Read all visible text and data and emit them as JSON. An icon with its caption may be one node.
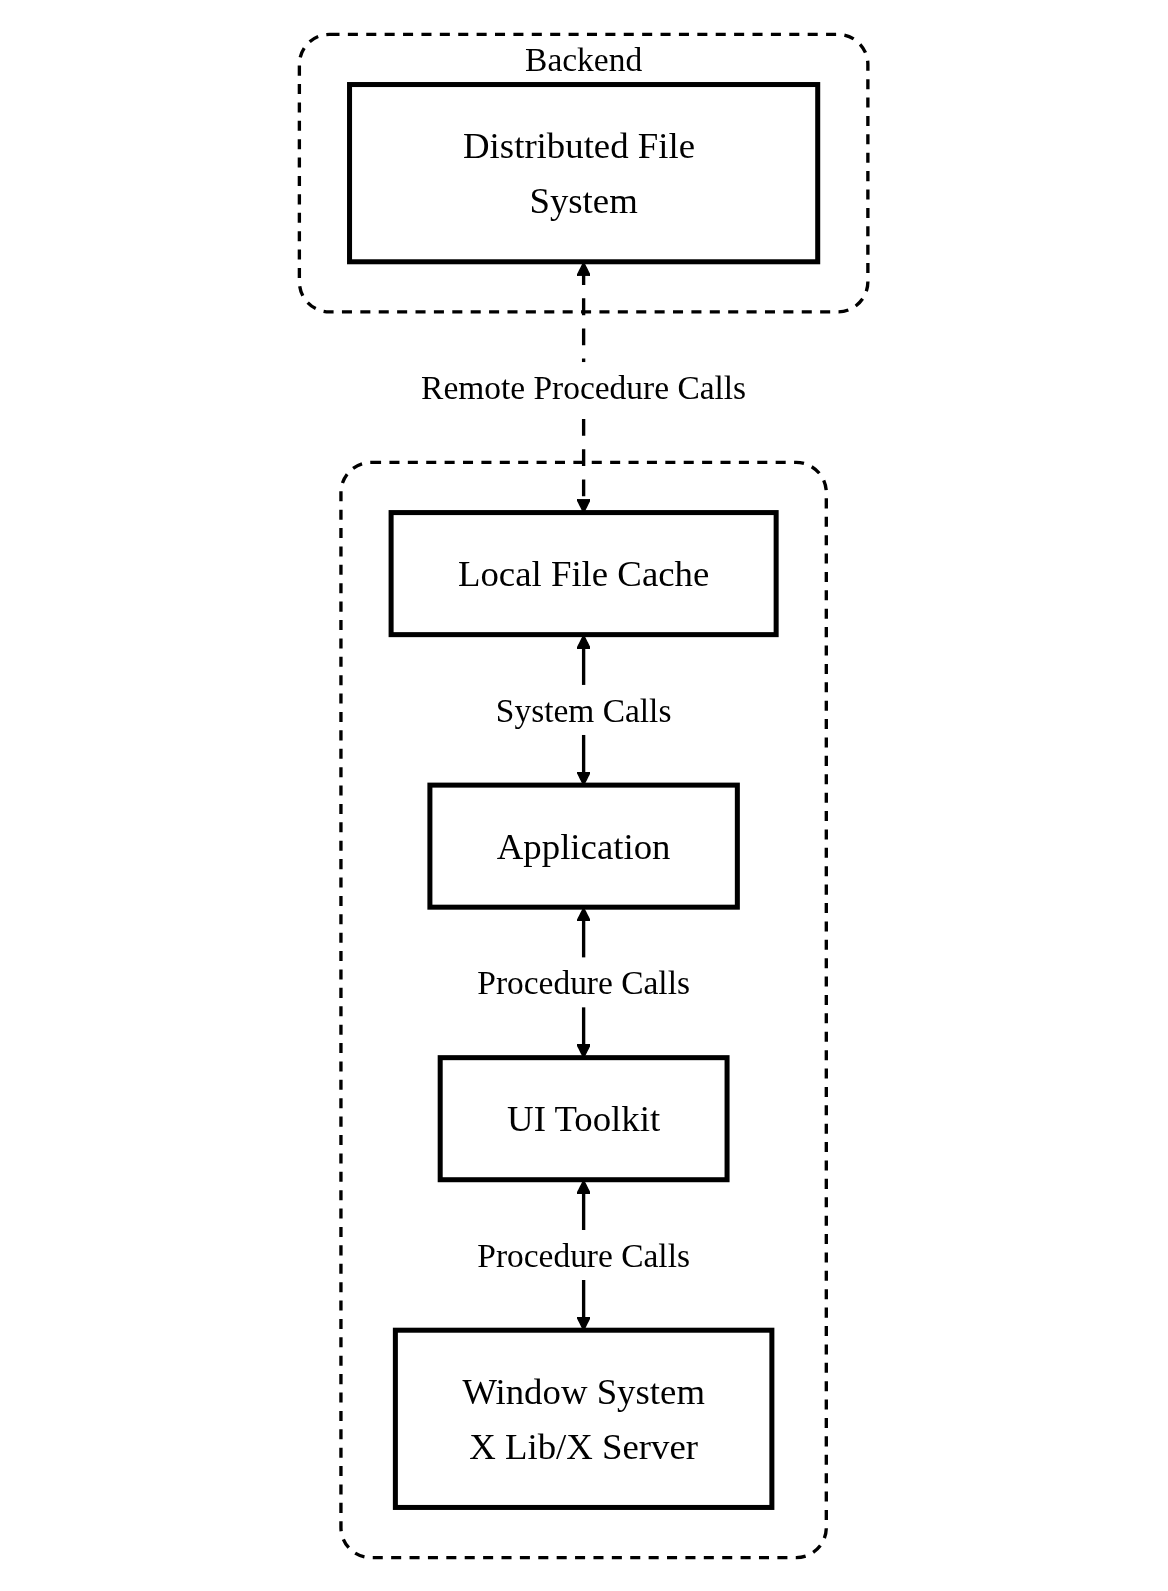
{
  "diagram": {
    "nodes": [
      {
        "text": [
          "Backend"
        ]
      },
      {
        "text": [
          "Distributed File System"
        ],
        "in": 0
      },
      {
        "text": [],
        "shape": "box"
      },
      {
        "text": [
          "Local File Cache"
        ],
        "in": 2
      },
      {
        "text": [
          "Application"
        ],
        "in": 2
      },
      {
        "text": [
          "UI Toolkit"
        ],
        "in": 2
      },
      {
        "text": [
          "Window System",
          "X Lib/X Server"
        ],
        "in": 2
      }
    ],
    "edges": [
      {
        "from": 1,
        "to": 3,
        "arrow": "both",
        "label": "Remote Procedure Calls",
        "style": "dashed"
      },
      {
        "from": 3,
        "to": 4,
        "arrow": "both",
        "label": "System Calls"
      },
      {
        "from": 4,
        "to": 5,
        "arrow": "both",
        "label": "Procedure Calls"
      },
      {
        "from": 5,
        "to": 6,
        "arrow": "both",
        "label": "Procedure Calls"
      }
    ]
  }
}
